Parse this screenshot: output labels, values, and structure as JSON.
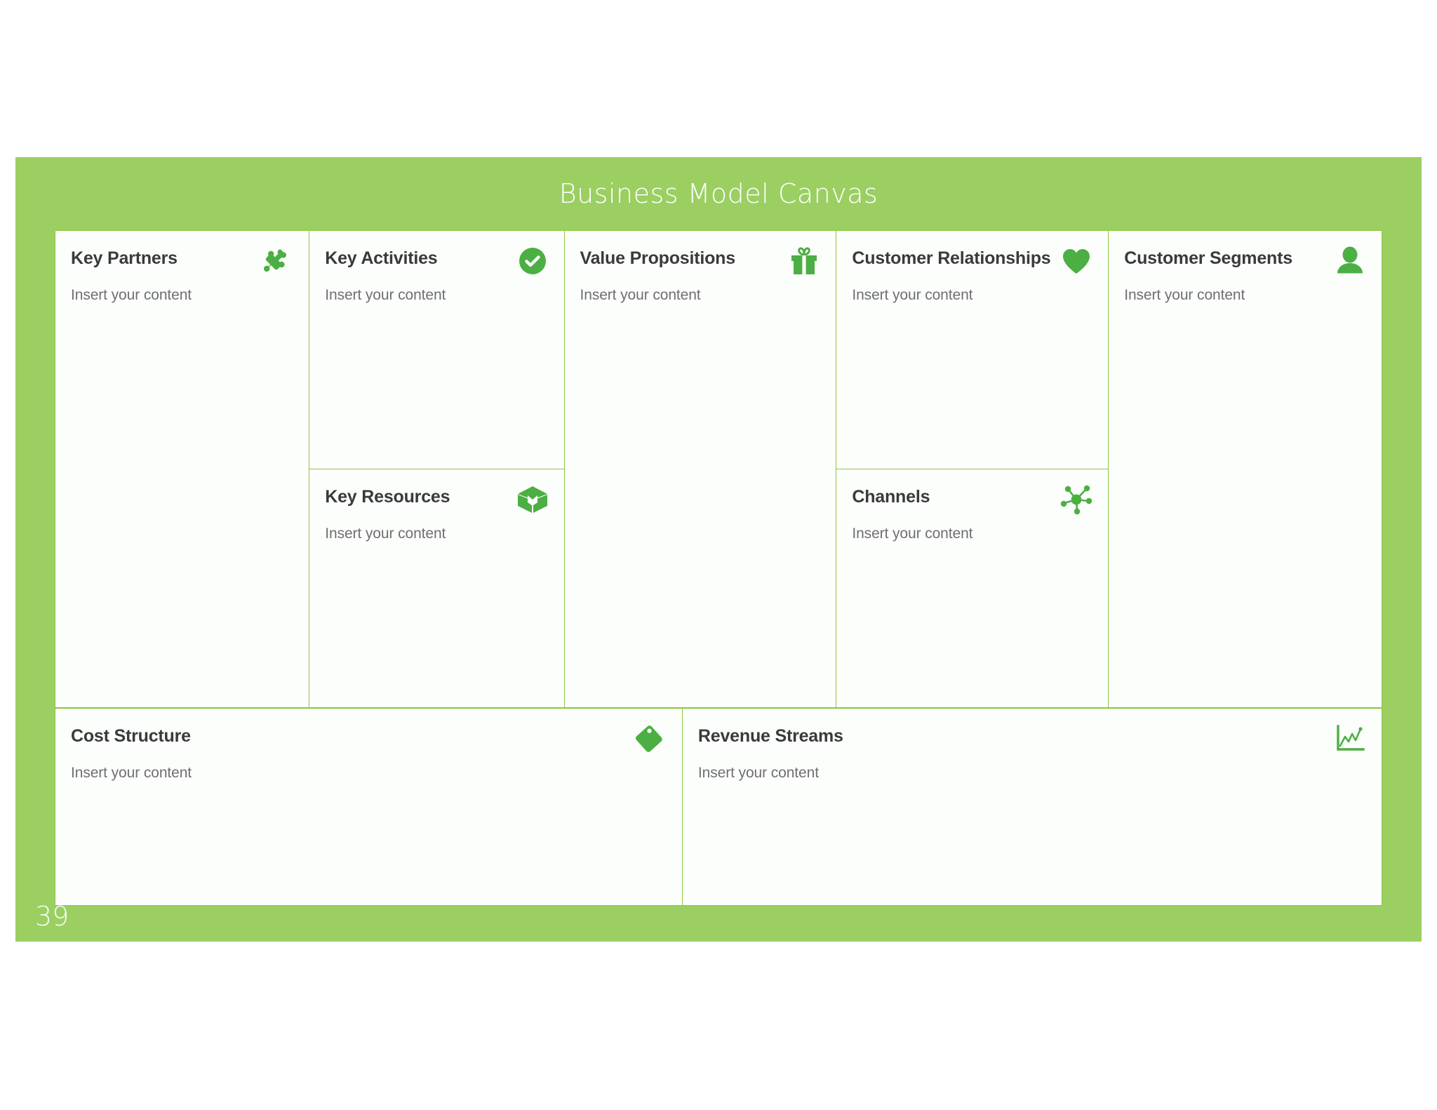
{
  "slide": {
    "title": "Business Model Canvas",
    "page_number": "39",
    "banner_color": "#9BCF62",
    "icon_color": "#4CAF43",
    "border_color": "#8DC63F",
    "cell_background": "#FCFEFB",
    "title_color": "#FFFFFF"
  },
  "blocks": {
    "key_partners": {
      "title": "Key Partners",
      "placeholder": "Insert your content",
      "icon": "puzzle-piece-icon"
    },
    "key_activities": {
      "title": "Key Activities",
      "placeholder": "Insert your content",
      "icon": "check-circle-icon"
    },
    "key_resources": {
      "title": "Key Resources",
      "placeholder": "Insert your content",
      "icon": "open-box-icon"
    },
    "value_propositions": {
      "title": "Value Propositions",
      "placeholder": "Insert your content",
      "icon": "gift-icon"
    },
    "customer_relationships": {
      "title": "Customer Relationships",
      "placeholder": "Insert your content",
      "icon": "heart-icon"
    },
    "channels": {
      "title": "Channels",
      "placeholder": "Insert your content",
      "icon": "network-hub-icon"
    },
    "customer_segments": {
      "title": "Customer Segments",
      "placeholder": "Insert your content",
      "icon": "user-icon"
    },
    "cost_structure": {
      "title": "Cost Structure",
      "placeholder": "Insert your content",
      "icon": "price-tag-icon"
    },
    "revenue_streams": {
      "title": "Revenue Streams",
      "placeholder": "Insert your content",
      "icon": "line-chart-icon"
    }
  }
}
